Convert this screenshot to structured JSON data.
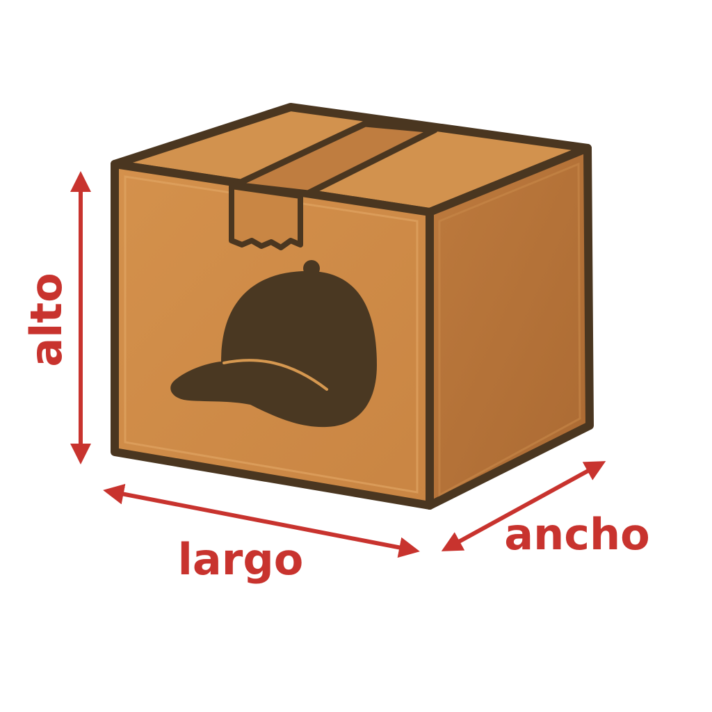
{
  "labels": {
    "height": "alto",
    "length": "largo",
    "width": "ancho"
  },
  "icons": {
    "box": "cardboard-box-icon",
    "cap": "baseball-cap-icon",
    "tape": "packing-tape-icon"
  },
  "colors": {
    "arrow": "#c8332e",
    "outline": "#4a3620",
    "front_face": "#cf8c48",
    "side_face": "#b8743a",
    "top_face": "#d2924e",
    "tape": "#bf7d40",
    "cap": "#4a3822",
    "background": "#ffffff"
  }
}
